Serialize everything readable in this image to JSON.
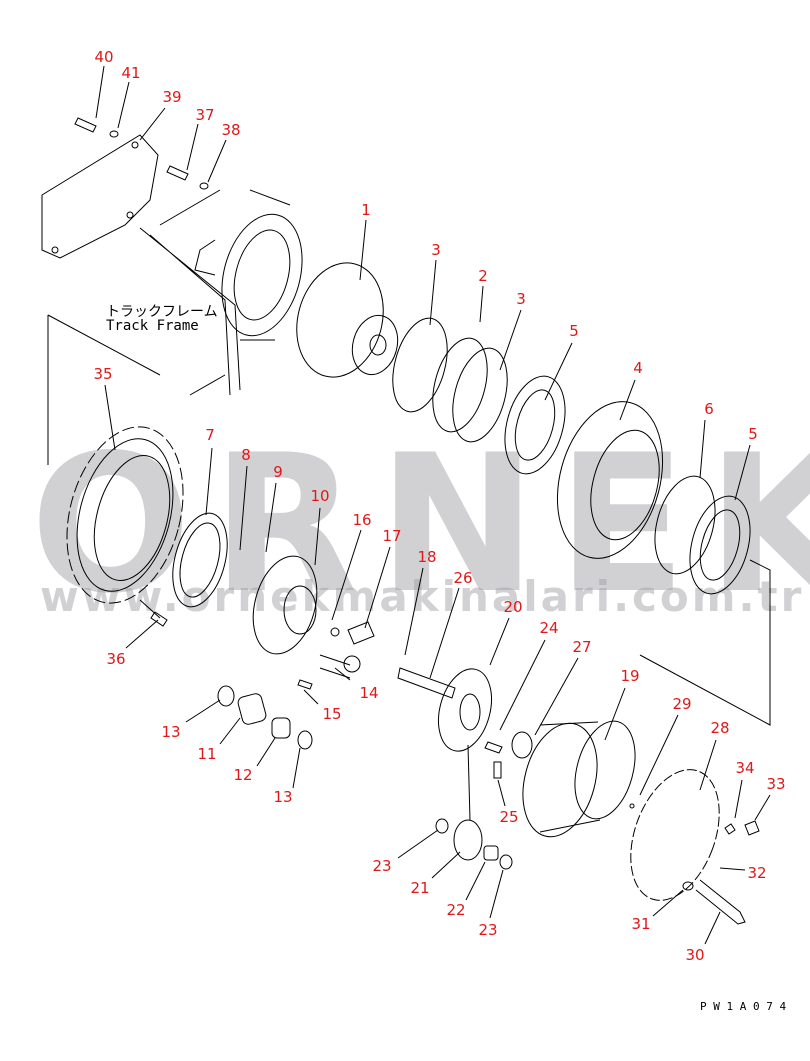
{
  "diagram": {
    "frame_label_jp": "トラックフレーム",
    "frame_label_en": "Track Frame",
    "drawing_code": "P W 1 A 0 7 4",
    "label_color": "#e01818",
    "watermark": {
      "brand": "ORNEK",
      "url": "www.ornekmakinalari.com.tr"
    },
    "part_labels": [
      "40",
      "41",
      "39",
      "37",
      "38",
      "1",
      "3",
      "2",
      "3",
      "5",
      "4",
      "6",
      "5",
      "35",
      "7",
      "8",
      "9",
      "10",
      "16",
      "17",
      "18",
      "26",
      "20",
      "24",
      "27",
      "19",
      "29",
      "28",
      "34",
      "33",
      "36",
      "14",
      "15",
      "13",
      "11",
      "12",
      "13",
      "25",
      "23",
      "21",
      "22",
      "23",
      "32",
      "31",
      "30"
    ]
  }
}
